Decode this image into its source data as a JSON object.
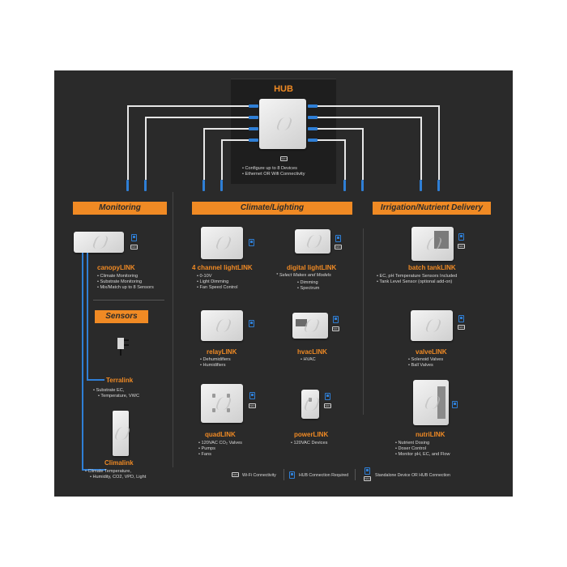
{
  "hub": {
    "title": "HUB",
    "bullets": [
      "Configure up to 8 Devices",
      "Ethernet OR Wifi Connectivity"
    ]
  },
  "sections": {
    "monitoring": "Monitoring",
    "climate_lighting": "Climate/Lighting",
    "irrigation": "Irrigation/Nutrient Delivery",
    "sensors": "Sensors"
  },
  "devices": {
    "canopylink": {
      "name": "canopyLINK",
      "bullets": [
        "Climate Monitoring",
        "Substrate Monitoring",
        "Mix/Match up to 8 Sensors"
      ]
    },
    "terralink": {
      "name": "Terralink",
      "bullets": [
        "Substrate EC,",
        "Temperature, VWC"
      ]
    },
    "climalink": {
      "name": "Climalink",
      "bullets": [
        "Climate Temperature,",
        "Humidity, CO2, VPD, Light"
      ]
    },
    "lightlink4": {
      "name": "4 channel lightLINK",
      "bullets": [
        "0-10V",
        "Light Dimming",
        "Fan Speed Control"
      ]
    },
    "digitallight": {
      "name": "digital lightLINK",
      "note": "* Select Makes and Models",
      "bullets": [
        "Dimming",
        "Spectrum"
      ]
    },
    "relaylink": {
      "name": "relayLINK",
      "bullets": [
        "Dehumidifiers",
        "Humidifiers"
      ]
    },
    "hvaclink": {
      "name": "hvacLINK",
      "bullets": [
        "HVAC"
      ]
    },
    "quadlink": {
      "name": "quadLINK",
      "bullets": [
        "120VAC CO₂ Valves",
        "Pumps",
        "Fans"
      ]
    },
    "powerlink": {
      "name": "powerLINK",
      "bullets": [
        "120VAC Devices"
      ]
    },
    "batchtank": {
      "name": "batch tankLINK",
      "bullets": [
        "EC, pH Temperature Sensors Included",
        "Tank Level Sensor (optional add-on)"
      ]
    },
    "valvelink": {
      "name": "valveLINK",
      "bullets": [
        "Solenoid Valves",
        "Ball Valves"
      ]
    },
    "nutrilink": {
      "name": "nutriLINK",
      "bullets": [
        "Nutrient Dosing",
        "Doser Control",
        "Monitor pH, EC, and Flow"
      ]
    }
  },
  "legend": {
    "wifi": "Wi-Fi Connectivity",
    "hub_required": "HUB Connection Required",
    "standalone": "Standalone Device OR HUB Connection"
  },
  "icon_labels": {
    "wifi": "WIFI"
  },
  "colors": {
    "accent": "#f08a24",
    "cable": "#2f7fd6",
    "panel": "#2a2a2a"
  }
}
